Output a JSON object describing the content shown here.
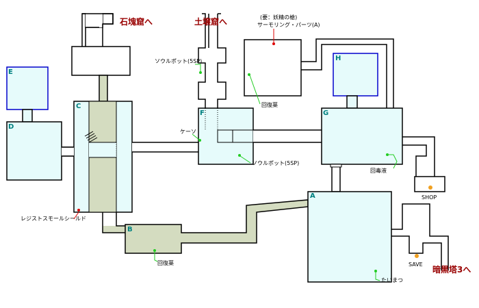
{
  "rooms": {
    "A": "A",
    "B": "B",
    "C": "C",
    "D": "D",
    "E": "E",
    "F": "F",
    "G": "G",
    "H": "H"
  },
  "exits": {
    "stone_cave": "石塊窟へ",
    "earth_cave": "土壌窟へ",
    "dark_tower": "暗黒塔3へ"
  },
  "items": {
    "fairy_spear_note": "(要：妖精の槍)",
    "thermo_parts": "サーモリング・パーツ(A)",
    "soul_pot_top": "ソウルポット(5SP)",
    "kuso": "ケーソ",
    "heal_herb_top": "回復薬",
    "soul_pot_mid": "ソウルポット(5SP)",
    "antidote": "回毒液",
    "resist_shield": "レジストスモールシールド",
    "heal_herb_bottom": "回復薬",
    "torch": "たいまつ"
  },
  "facilities": {
    "shop": "SHOP",
    "save": "SAVE"
  },
  "colors": {
    "room_fill": "#e6fbfb",
    "path_fill": "#d4dcc0",
    "outline": "#000000",
    "room_border_blue": "#0000cc",
    "label_room": "#008080",
    "label_exit": "#990000",
    "marker_green": "#22cc22",
    "marker_red": "#dd0000",
    "marker_orange": "#f0a020"
  }
}
